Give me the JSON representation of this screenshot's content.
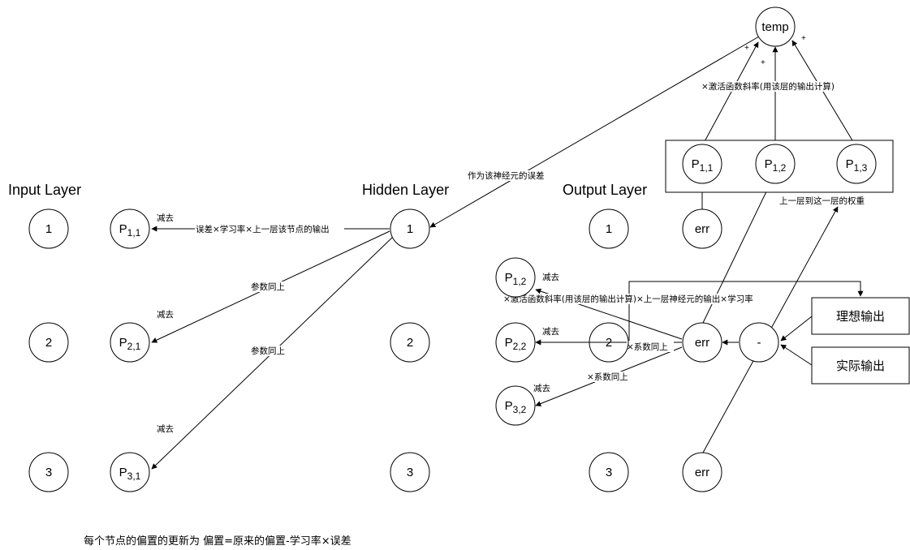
{
  "layers": {
    "input": "Input Layer",
    "hidden": "Hidden Layer",
    "output": "Output Layer"
  },
  "nodes": {
    "in1": "1",
    "in2": "2",
    "in3": "3",
    "hid1": "1",
    "hid2": "2",
    "hid3": "3",
    "out1": "1",
    "out2": "2",
    "out3": "3",
    "temp": "temp",
    "err_top": "err",
    "err_mid": "err",
    "err_bottom": "err",
    "minus": "-"
  },
  "params": {
    "p11_left": {
      "base": "P",
      "sub": "1,1"
    },
    "p21_left": {
      "base": "P",
      "sub": "2,1"
    },
    "p31_left": {
      "base": "P",
      "sub": "3,1"
    },
    "p12_mid": {
      "base": "P",
      "sub": "1,2"
    },
    "p22_mid": {
      "base": "P",
      "sub": "2,2"
    },
    "p32_mid": {
      "base": "P",
      "sub": "3,2"
    },
    "p11_top": {
      "base": "P",
      "sub": "1,1"
    },
    "p12_top": {
      "base": "P",
      "sub": "1,2"
    },
    "p13_top": {
      "base": "P",
      "sub": "1,3"
    }
  },
  "boxes": {
    "ideal": "理想输出",
    "actual": "实际输出"
  },
  "labels": {
    "subtract": "减去",
    "error_formula": "误差×学习率×上一层该节点的输出",
    "same_params": "参数同上",
    "as_error": "作为该神经元的误差",
    "activation_slope": "×激活函数斜率(用该层的输出计算)",
    "prev_to_this_weights": "上一层到这一层的权重",
    "output_formula": "×激活函数斜率(用该层的输出计算)×上一层神经元的输出×学习率",
    "same_coeff": "×系数同上",
    "plus": "+"
  },
  "note": "每个节点的偏置的更新为 偏置=原来的偏置-学习率×误差"
}
